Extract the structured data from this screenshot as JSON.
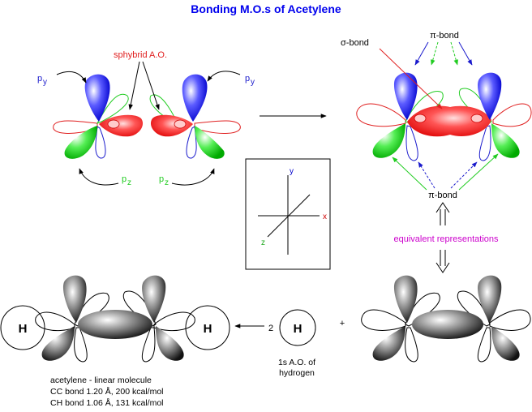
{
  "title": "Bonding M.O.s of Acetylene",
  "labels": {
    "sp_hybrid": "sphybrid A.O.",
    "py_left": "p",
    "py_right": "p",
    "py_sub": "y",
    "pz_left": "p",
    "pz_right": "p",
    "pz_sub": "z",
    "sigma_bond": "σ-bond",
    "pi_bond_top": "π-bond",
    "pi_bond_bottom": "π-bond",
    "equivalent": "equivalent representations"
  },
  "axes": {
    "x": "x",
    "y": "y",
    "z": "z"
  },
  "bottom": {
    "coef": "2",
    "plus": "+",
    "atom": "H",
    "hydrogen_note_1": "1s A.O. of",
    "hydrogen_note_2": "hydrogen",
    "desc_1": "acetylene - linear molecule",
    "desc_2": "CC bond 1.20 Å, 200 kcal/mol",
    "desc_3": "CH bond 1.06 Å, 131 kcal/mol"
  },
  "colors": {
    "title": "#0000ee",
    "py": "#1a1acc",
    "pz": "#22cc22",
    "sp": "#e02020",
    "sigma_label": "#000000",
    "equivalent": "#cc00cc",
    "axis_x": "#cc0000",
    "axis_y": "#0000cc",
    "axis_z": "#22aa22"
  }
}
